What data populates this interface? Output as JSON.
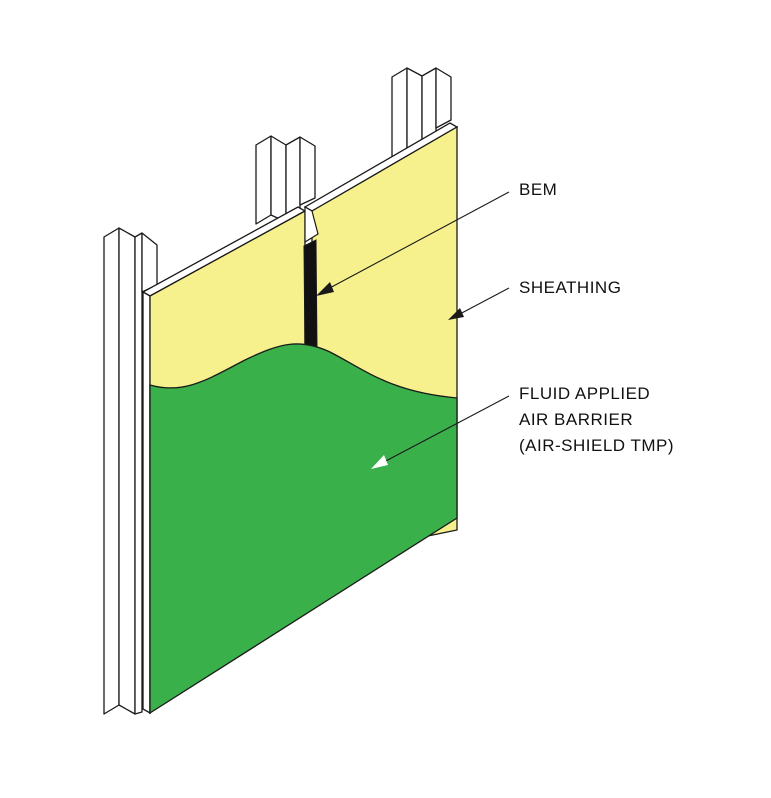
{
  "colors": {
    "sheathing": "#f7f18d",
    "air_barrier": "#3ab04a",
    "bem": "#111111",
    "stud": "#ffffff",
    "line": "#1a1a1a"
  },
  "labels": {
    "bem": "BEM",
    "sheathing": "SHEATHING",
    "air_barrier_line1": "FLUID APPLIED",
    "air_barrier_line2": "AIR BARRIER",
    "air_barrier_line3": "(AIR-SHIELD TMP)"
  }
}
